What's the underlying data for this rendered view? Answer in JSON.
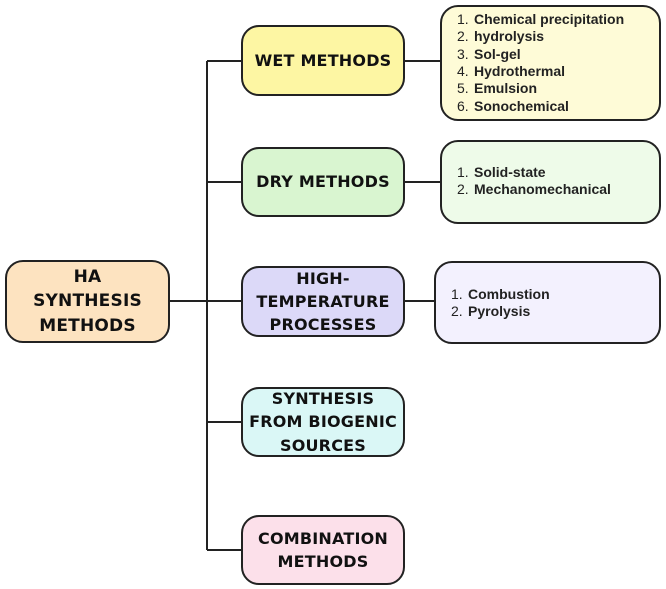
{
  "root": {
    "label": "HA SYNTHESIS METHODS",
    "color": "#fde3c0"
  },
  "categories": [
    {
      "label": "WET METHODS",
      "color": "#fdf6a3"
    },
    {
      "label": "DRY METHODS",
      "color": "#d9f5d0"
    },
    {
      "label": "HIGH-TEMPERATURE PROCESSES",
      "color": "#dcd9f8"
    },
    {
      "label": "SYNTHESIS FROM BIOGENIC SOURCES",
      "color": "#daf7f6"
    },
    {
      "label": "COMBINATION METHODS",
      "color": "#fce0ea"
    }
  ],
  "lists": {
    "wet": {
      "color": "#fefbd7",
      "items": [
        "Chemical precipitation",
        "hydrolysis",
        "Sol-gel",
        "Hydrothermal",
        "Emulsion",
        "Sonochemical"
      ]
    },
    "dry": {
      "color": "#eefbe9",
      "items": [
        "Solid-state",
        "Mechanomechanical"
      ]
    },
    "high_temp": {
      "color": "#f3f1fe",
      "items": [
        "Combustion",
        "Pyrolysis"
      ]
    }
  }
}
